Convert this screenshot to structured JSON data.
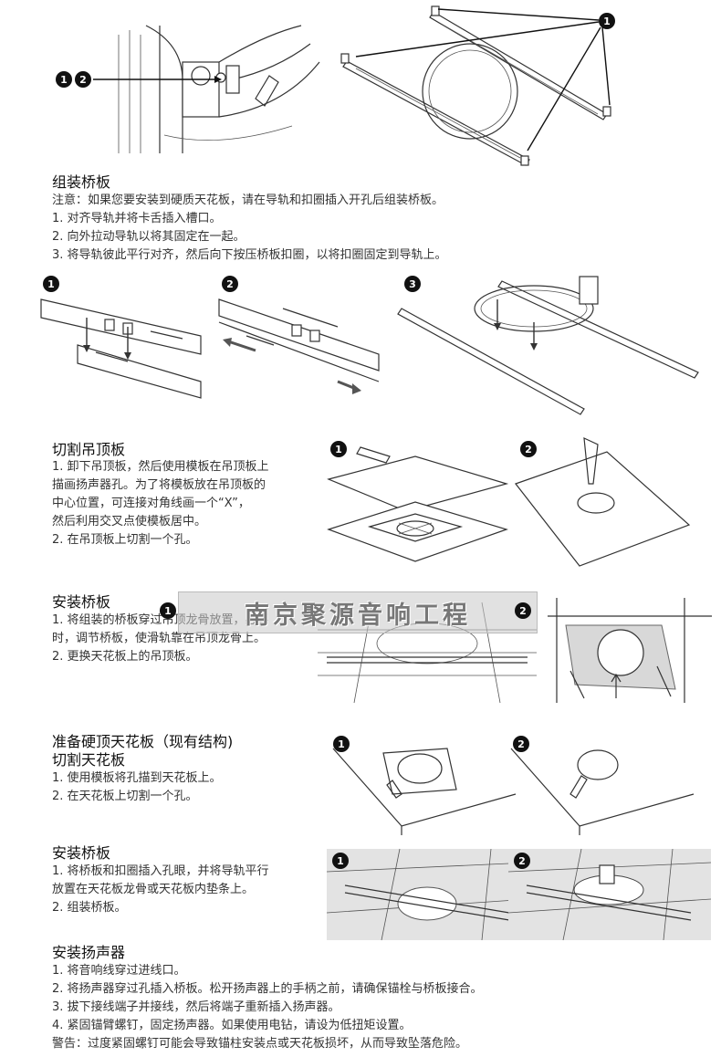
{
  "top": {
    "callout_left": [
      "1",
      "2"
    ],
    "callout_right": "1"
  },
  "sec1": {
    "title": "组装桥板",
    "lines": [
      "注意：如果您要安装到硬质天花板，请在导轨和扣圈插入开孔后组装桥板。",
      "1. 对齐导轨并将卡舌插入槽口。",
      "2. 向外拉动导轨以将其固定在一起。",
      "3. 将导轨彼此平行对齐，然后向下按压桥板扣圈，以将扣圈固定到导轨上。"
    ],
    "steps": [
      "1",
      "2",
      "3"
    ]
  },
  "sec2": {
    "title": "切割吊顶板",
    "lines": [
      "1. 卸下吊顶板，然后使用模板在吊顶板上",
      "描画扬声器孔。为了将模板放在吊顶板的",
      "中心位置，可连接对角线画一个“X”，",
      "然后利用交叉点使模板居中。",
      "2. 在吊顶板上切割一个孔。"
    ],
    "steps": [
      "1",
      "2"
    ]
  },
  "sec3": {
    "title": "安装桥板",
    "lines": [
      "1. 将组装的桥板穿过吊顶龙骨放置，必要",
      "时，调节桥板，使滑轨靠在吊顶龙骨上。",
      "2. 更换天花板上的吊顶板。"
    ],
    "steps": [
      "1",
      "2"
    ],
    "watermark": "南京聚源音响工程"
  },
  "sec4": {
    "title": "准备硬顶天花板（现有结构)",
    "subtitle": "切割天花板",
    "lines": [
      "1. 使用模板将孔描到天花板上。",
      "2. 在天花板上切割一个孔。"
    ],
    "steps": [
      "1",
      "2"
    ]
  },
  "sec5": {
    "title": "安装桥板",
    "lines": [
      "1. 将桥板和扣圈插入孔眼，并将导轨平行",
      "放置在天花板龙骨或天花板内垫条上。",
      "2. 组装桥板。"
    ],
    "steps": [
      "1",
      "2"
    ]
  },
  "sec6": {
    "title": "安装扬声器",
    "lines": [
      "1. 将音响线穿过进线口。",
      "2. 将扬声器穿过孔插入桥板。松开扬声器上的手柄之前，请确保锚栓与桥板接合。",
      "3. 拔下接线端子并接线，然后将端子重新插入扬声器。",
      "4. 紧固锚臂螺钉，固定扬声器。如果使用电钻，请设为低扭矩设置。",
      "警告：过度紧固螺钉可能会导致锚柱安装点或天花板损坏，从而导致坠落危险。"
    ]
  }
}
